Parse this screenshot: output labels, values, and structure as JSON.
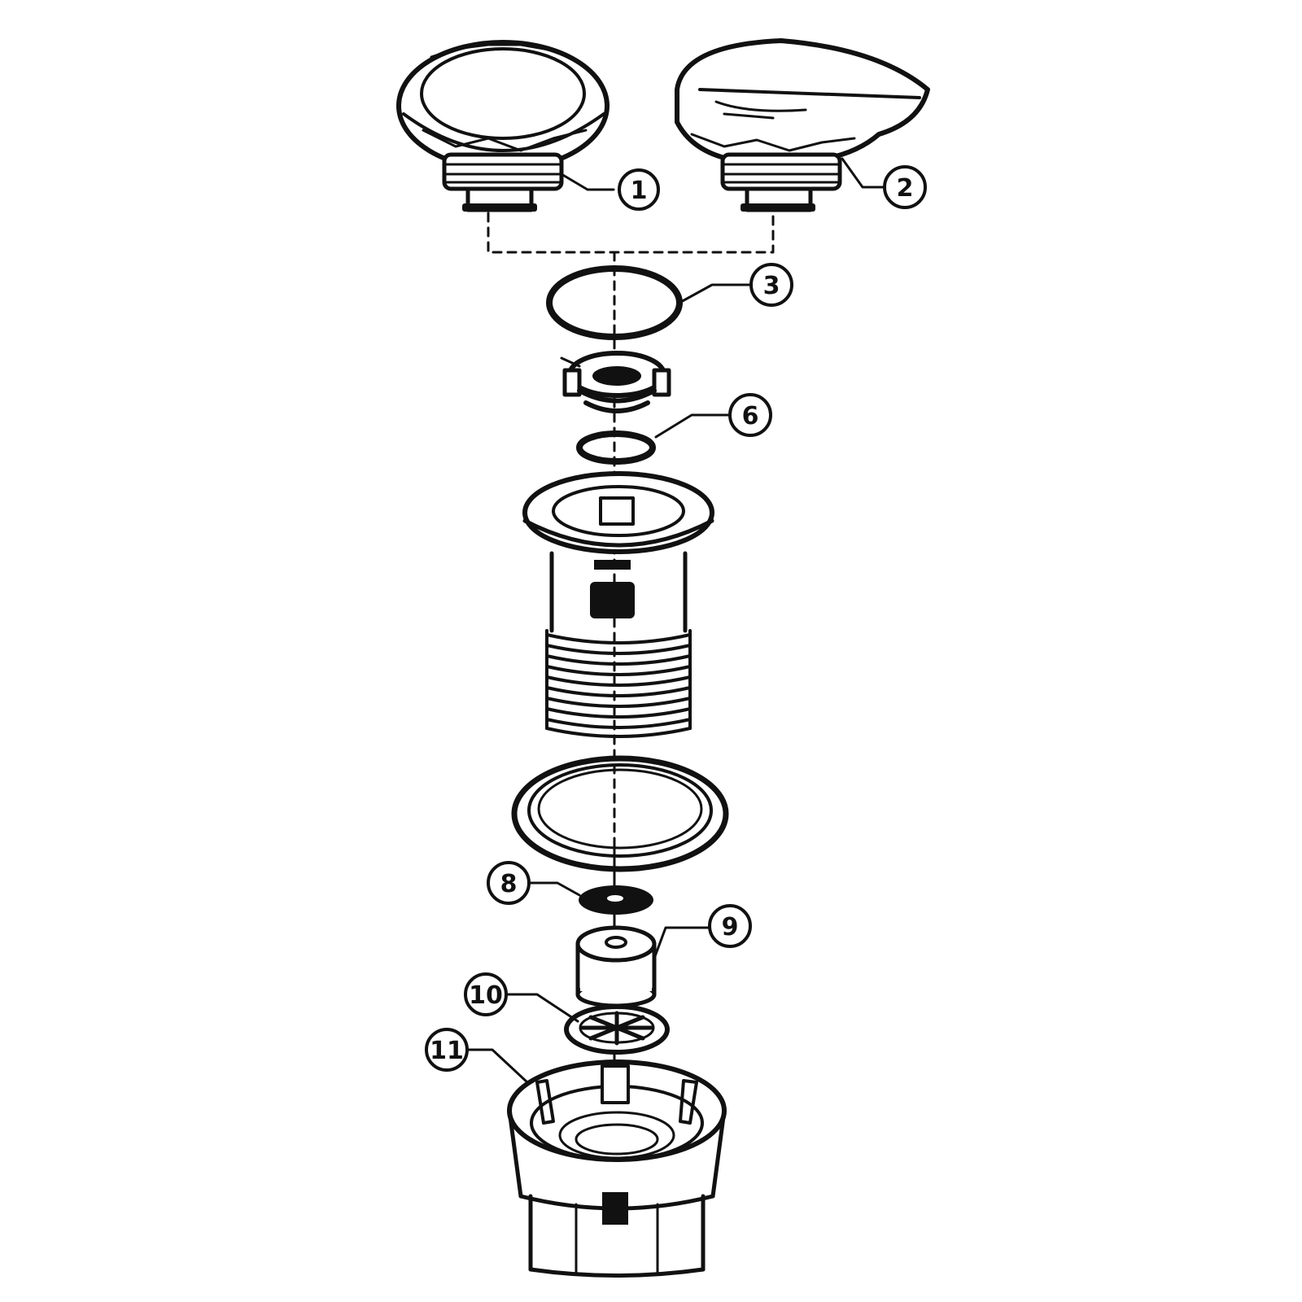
{
  "diagram": {
    "type": "exploded-parts-view",
    "colors": {
      "ink": "#111111",
      "background": "#ffffff"
    },
    "parts": [
      {
        "id": "1",
        "label": "1",
        "description": "round knob cap"
      },
      {
        "id": "2",
        "label": "2",
        "description": "lever handle cap"
      },
      {
        "id": "3",
        "label": "3",
        "description": "large o-ring"
      },
      {
        "id": "5",
        "description": "clip collar (unlabeled)"
      },
      {
        "id": "6",
        "label": "6",
        "description": "small o-ring"
      },
      {
        "id": "7",
        "description": "threaded drain body (unlabeled)"
      },
      {
        "id": "7b",
        "description": "flange gasket (unlabeled)"
      },
      {
        "id": "8",
        "label": "8",
        "description": "rubber washer"
      },
      {
        "id": "9",
        "label": "9",
        "description": "cylindrical plug"
      },
      {
        "id": "10",
        "label": "10",
        "description": "spoked strainer disc"
      },
      {
        "id": "11",
        "label": "11",
        "description": "lock nut / housing"
      }
    ],
    "callouts": {
      "c1": "1",
      "c2": "2",
      "c3": "3",
      "c6": "6",
      "c8": "8",
      "c9": "9",
      "c10": "10",
      "c11": "11"
    }
  }
}
